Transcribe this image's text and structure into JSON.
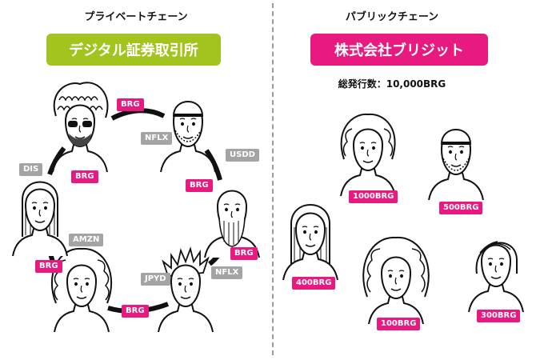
{
  "private": {
    "heading": "プライベートチェーン",
    "title": "デジタル証券取引所",
    "title_color": "#a3c31f",
    "ring_tokens": [
      {
        "label": "BRG",
        "color": "pink"
      },
      {
        "label": "NFLX",
        "color": "gray"
      },
      {
        "label": "USDD",
        "color": "gray"
      },
      {
        "label": "BRG",
        "color": "pink"
      },
      {
        "label": "BRG",
        "color": "pink"
      },
      {
        "label": "NFLX",
        "color": "gray"
      },
      {
        "label": "JPYD",
        "color": "gray"
      },
      {
        "label": "BRG",
        "color": "pink"
      },
      {
        "label": "BRG",
        "color": "pink"
      },
      {
        "label": "AMZN",
        "color": "gray"
      },
      {
        "label": "DIS",
        "color": "gray"
      },
      {
        "label": "BRG",
        "color": "pink"
      }
    ]
  },
  "public": {
    "heading": "パブリックチェーン",
    "title": "株式会社ブリジット",
    "title_color": "#e8197f",
    "supply": "総発行数：10,000BRG",
    "holdings": [
      "1000BRG",
      "500BRG",
      "400BRG",
      "100BRG",
      "300BRG"
    ]
  },
  "colors": {
    "pink": "#e8197f",
    "gray": "#a4a4a4",
    "green": "#a3c31f"
  }
}
